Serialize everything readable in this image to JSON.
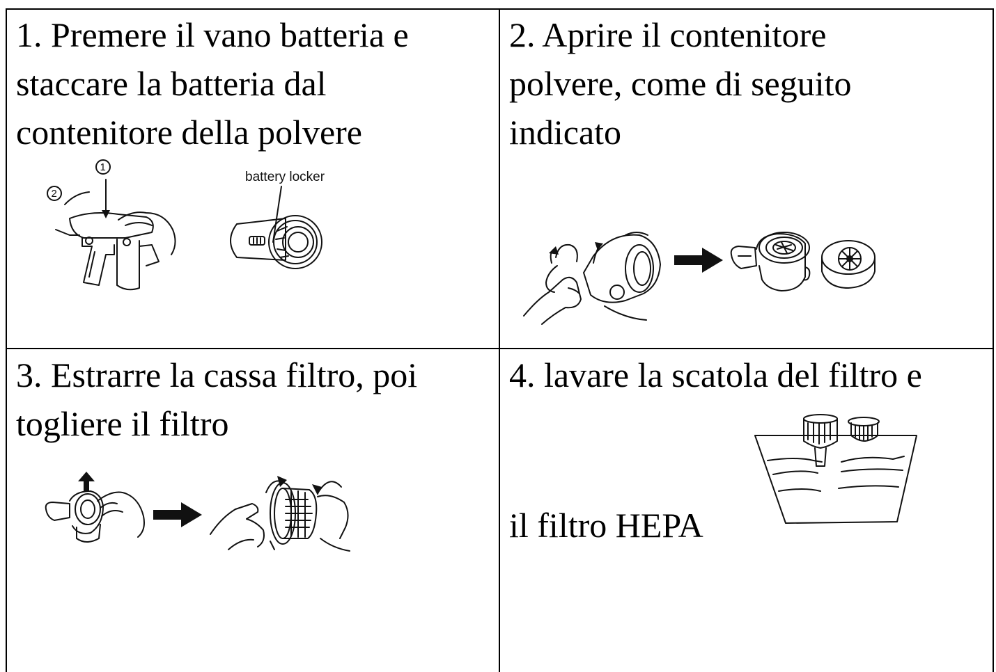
{
  "steps": [
    {
      "number": "1.",
      "text": "Premere il vano batteria e staccare la batteria dal contenitore della polvere",
      "line1": "1. Premere il vano batteria e",
      "line2": "staccare la batteria dal",
      "line3": "contenitore della polvere"
    },
    {
      "number": "2.",
      "line1": "2. Aprire il contenitore",
      "line2": "polvere, come di seguito",
      "line3": "indicato"
    },
    {
      "number": "3.",
      "line1": "3. Estrarre la cassa filtro, poi",
      "line2": "togliere il filtro"
    },
    {
      "number": "4.",
      "line1": "4. lavare la scatola del filtro e",
      "line2": "il filtro HEPA"
    }
  ],
  "figure_labels": {
    "battery_locker": "battery locker",
    "callout_1": "1",
    "callout_2": "2"
  },
  "icons": [
    "hand-press-icon",
    "battery-locker-icon",
    "arrow-right-icon",
    "dust-container-icon",
    "filter-icon",
    "water-basin-icon"
  ]
}
